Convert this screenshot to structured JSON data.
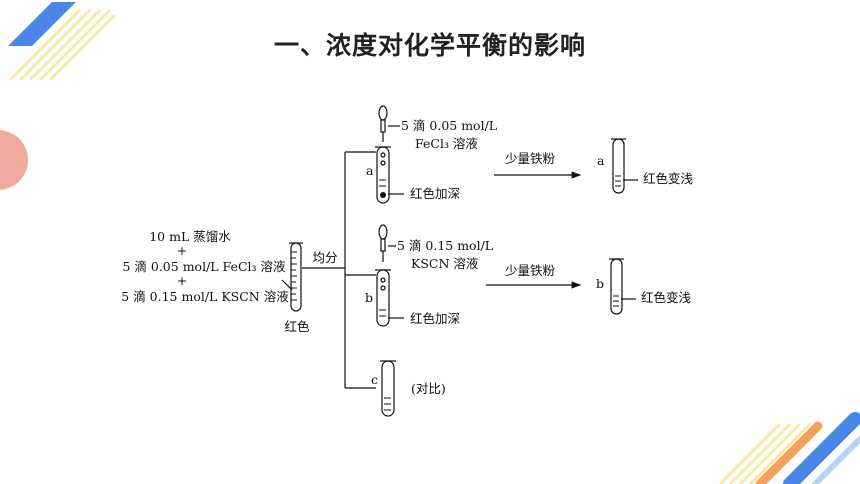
{
  "title": "一、浓度对化学平衡的影响",
  "left_reagents": {
    "line1": "10 mL 蒸馏水",
    "plus1": "+",
    "line2": "5 滴 0.05 mol/L FeCl₃ 溶液",
    "plus2": "+",
    "line3": "5 滴 0.15 mol/L KSCN 溶液",
    "color": "红色"
  },
  "split_label": "均分",
  "tube_a": {
    "label": "a",
    "add_line1": "5 滴 0.05 mol/L",
    "add_line2": "FeCl₃ 溶液",
    "result": "红色加深",
    "arrow_label": "少量铁粉",
    "final_label": "a",
    "final_result": "红色变浅"
  },
  "tube_b": {
    "label": "b",
    "add_line1": "5 滴 0.15 mol/L",
    "add_line2": "KSCN 溶液",
    "result": "红色加深",
    "arrow_label": "少量铁粉",
    "final_label": "b",
    "final_result": "红色变浅"
  },
  "tube_c": {
    "label": "c",
    "note": "(对比)"
  },
  "colors": {
    "blue_stripe": "#4a86e8",
    "yellow_stripe": "#f6e9a8",
    "coral": "#f08a7a",
    "orange_stripe": "#f2a25a"
  },
  "icons": [
    "dropper-icon",
    "test-tube-icon",
    "arrow-icon"
  ]
}
